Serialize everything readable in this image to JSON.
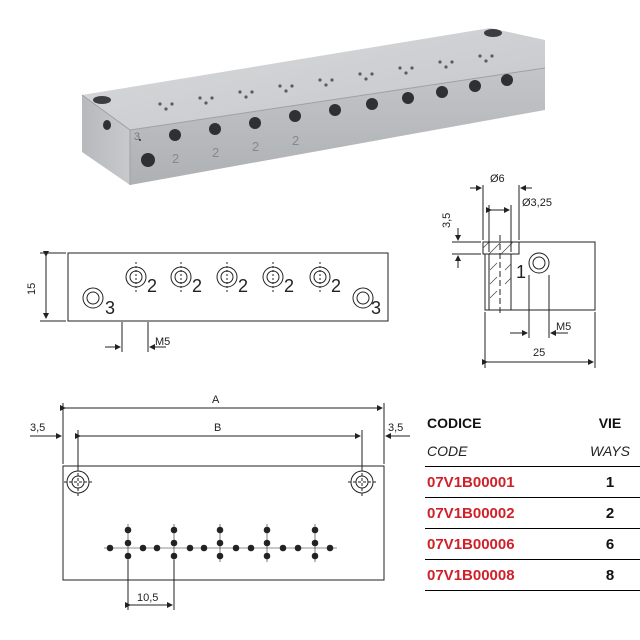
{
  "photo": {
    "side_label_3": "3",
    "side_label_2": "2"
  },
  "front_view": {
    "height_dim": "15",
    "thread_dim": "M5",
    "port_label_2": "2",
    "port_label_3": "3"
  },
  "side_view": {
    "dia_large": "Ø6",
    "dia_small": "Ø3,25",
    "depth_dim": "3,5",
    "width_dim": "25",
    "thread_dim": "M5",
    "port_label_1": "1"
  },
  "top_view": {
    "dim_a": "A",
    "dim_b": "B",
    "edge_left": "3,5",
    "edge_right": "3,5",
    "pitch": "10,5"
  },
  "table": {
    "header_code": "CODICE",
    "header_ways": "VIE",
    "sub_code": "CODE",
    "sub_ways": "WAYS",
    "rows": [
      {
        "code": "07V1B00001",
        "ways": "1"
      },
      {
        "code": "07V1B00002",
        "ways": "2"
      },
      {
        "code": "07V1B00006",
        "ways": "6"
      },
      {
        "code": "07V1B00008",
        "ways": "8"
      }
    ]
  }
}
